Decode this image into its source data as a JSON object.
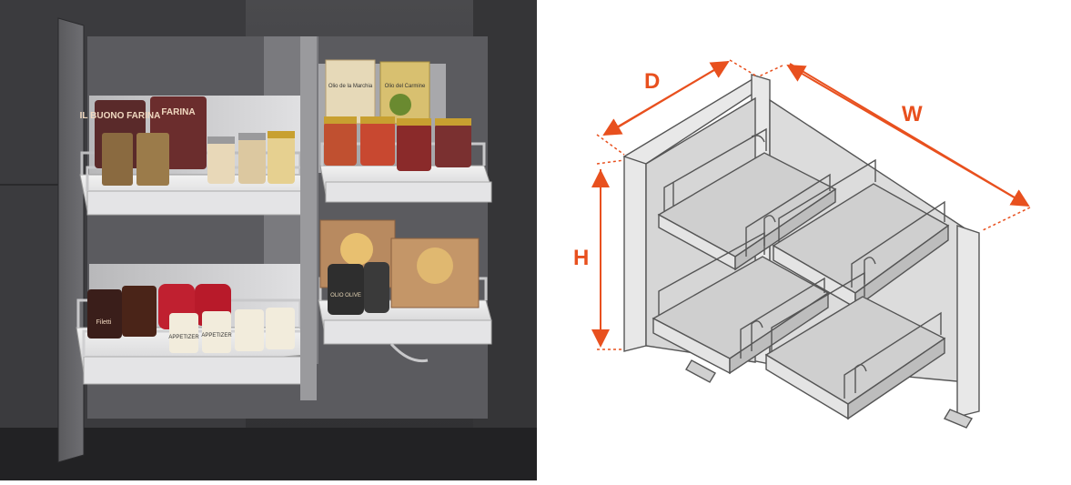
{
  "colors": {
    "accent": "#e8501e",
    "cabinet_dark": "#3a3a3c",
    "frame_line": "#555555",
    "shelf_fill": "#d8d8d8"
  },
  "photo": {
    "jar_labels": {
      "flour_1": "IL BUONO FARINA",
      "flour_2": "FARINA",
      "tin_1": "Olio de la Marchia",
      "tin_2": "Olio del Carmine",
      "jar_1": "Filetti",
      "jar_2": "APPETIZER",
      "jar_3": "APPETIZER",
      "jar_4": "OLIO OLIVE"
    }
  },
  "diagram": {
    "dimensions": {
      "depth": "D",
      "width": "W",
      "height": "H"
    }
  }
}
